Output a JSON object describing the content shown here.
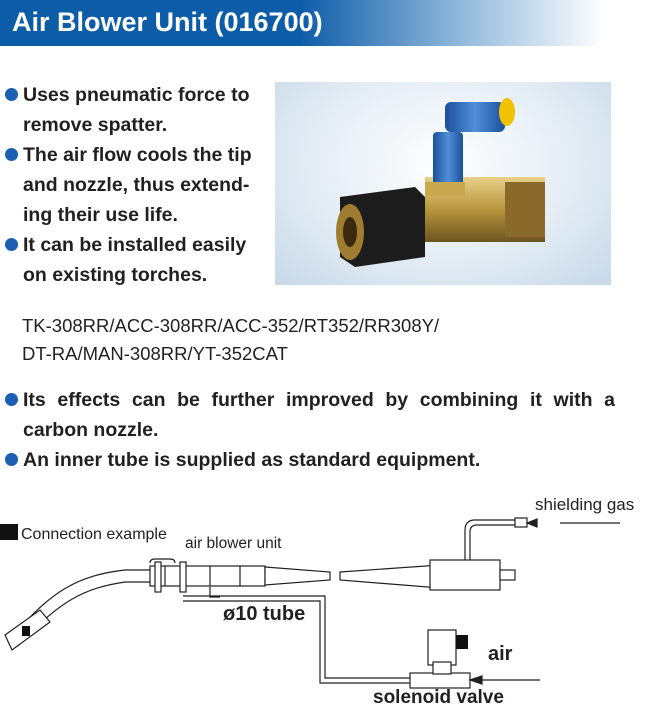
{
  "title": "Air Blower Unit (016700)",
  "features": [
    {
      "lines": [
        "Uses pneumatic force to",
        "remove spatter."
      ]
    },
    {
      "lines": [
        "The air flow cools the tip",
        "and nozzle, thus extend-",
        "ing their use life."
      ]
    },
    {
      "lines": [
        "It can be installed easily",
        "on existing torches."
      ]
    }
  ],
  "models": [
    "TK-308RR/ACC-308RR/ACC-352/RT352/RR308Y/",
    "DT-RA/MAN-308RR/YT-352CAT"
  ],
  "notes": [
    "Its effects can be further improved by combining it with a",
    "carbon nozzle.",
    "An inner tube is supplied as standard equipment."
  ],
  "diagram": {
    "heading": "Connection example",
    "air_blower_unit": "air blower unit",
    "tube": "ø10 tube",
    "shielding_gas": "shielding gas",
    "air": "air",
    "solenoid_valve": "solenoid valve"
  },
  "colors": {
    "accent": "#0d5ca8",
    "bullet": "#1a5fb4"
  }
}
